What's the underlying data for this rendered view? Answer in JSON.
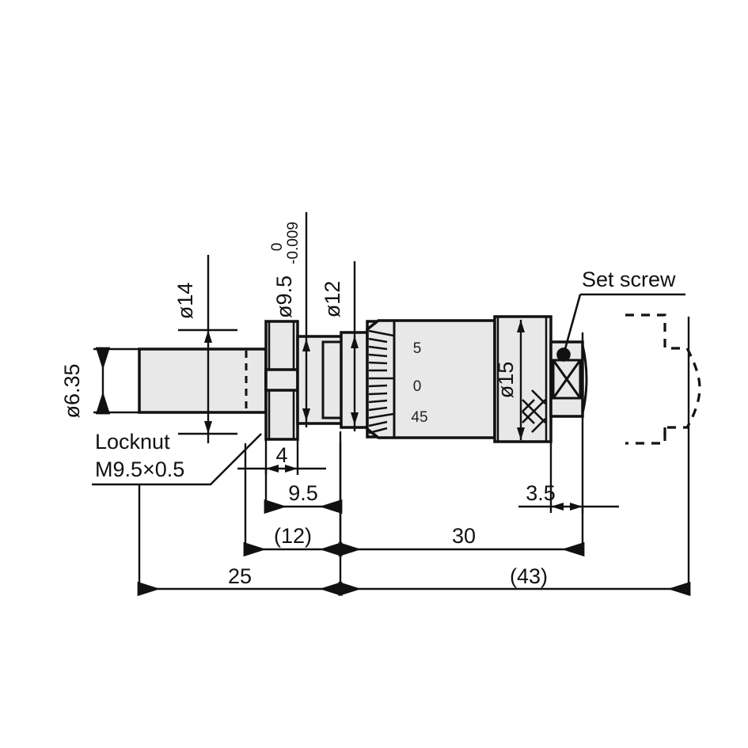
{
  "drawing": {
    "title": "Micrometer head dimensional drawing",
    "units": "mm",
    "line_color": "#111111",
    "fill_color": "#e8e8e8",
    "background": "#ffffff"
  },
  "labels": {
    "diameter_symbol": "ø",
    "spindle_dia": "ø6.35",
    "locknut_flange_dia": "ø14",
    "thread_dia_tol": "ø9.5",
    "tolerance_upper": "0",
    "tolerance_lower": "-0.009",
    "sleeve_step_dia": "ø12",
    "body_dia": "ø15",
    "locknut_line1": "Locknut",
    "locknut_line2": "M9.5×0.5",
    "set_screw": "Set screw"
  },
  "linear_dimensions": {
    "locknut_width": "4",
    "thread_length": "9.5",
    "spindle_projection": "(12)",
    "spindle_total": "25",
    "body_length": "30",
    "set_screw_offset": "3.5",
    "overall_length": "(43)"
  },
  "thimble_scale": {
    "numbers": [
      "5",
      "0",
      "45"
    ],
    "tick_count": 22
  }
}
